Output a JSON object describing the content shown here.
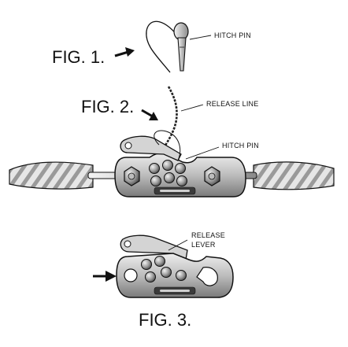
{
  "figures": {
    "fig1": {
      "label": "FIG. 1.",
      "callout": "HITCH PIN"
    },
    "fig2": {
      "label": "FIG. 2.",
      "callout_release_line": "RELEASE LINE",
      "callout_hitch_pin": "HITCH PIN"
    },
    "fig3": {
      "label": "FIG. 3.",
      "callout_line1": "RELEASE",
      "callout_line2": "LEVER"
    }
  },
  "colors": {
    "ink": "#111111",
    "metal_light": "#d9d9d9",
    "metal_mid": "#a9a9a9",
    "metal_dark": "#6e6e6e",
    "rope": "#cfcfcf"
  },
  "icons": [
    "arrow-right-icon",
    "hitch-pin-icon",
    "rope-icon",
    "bolt-icon"
  ]
}
